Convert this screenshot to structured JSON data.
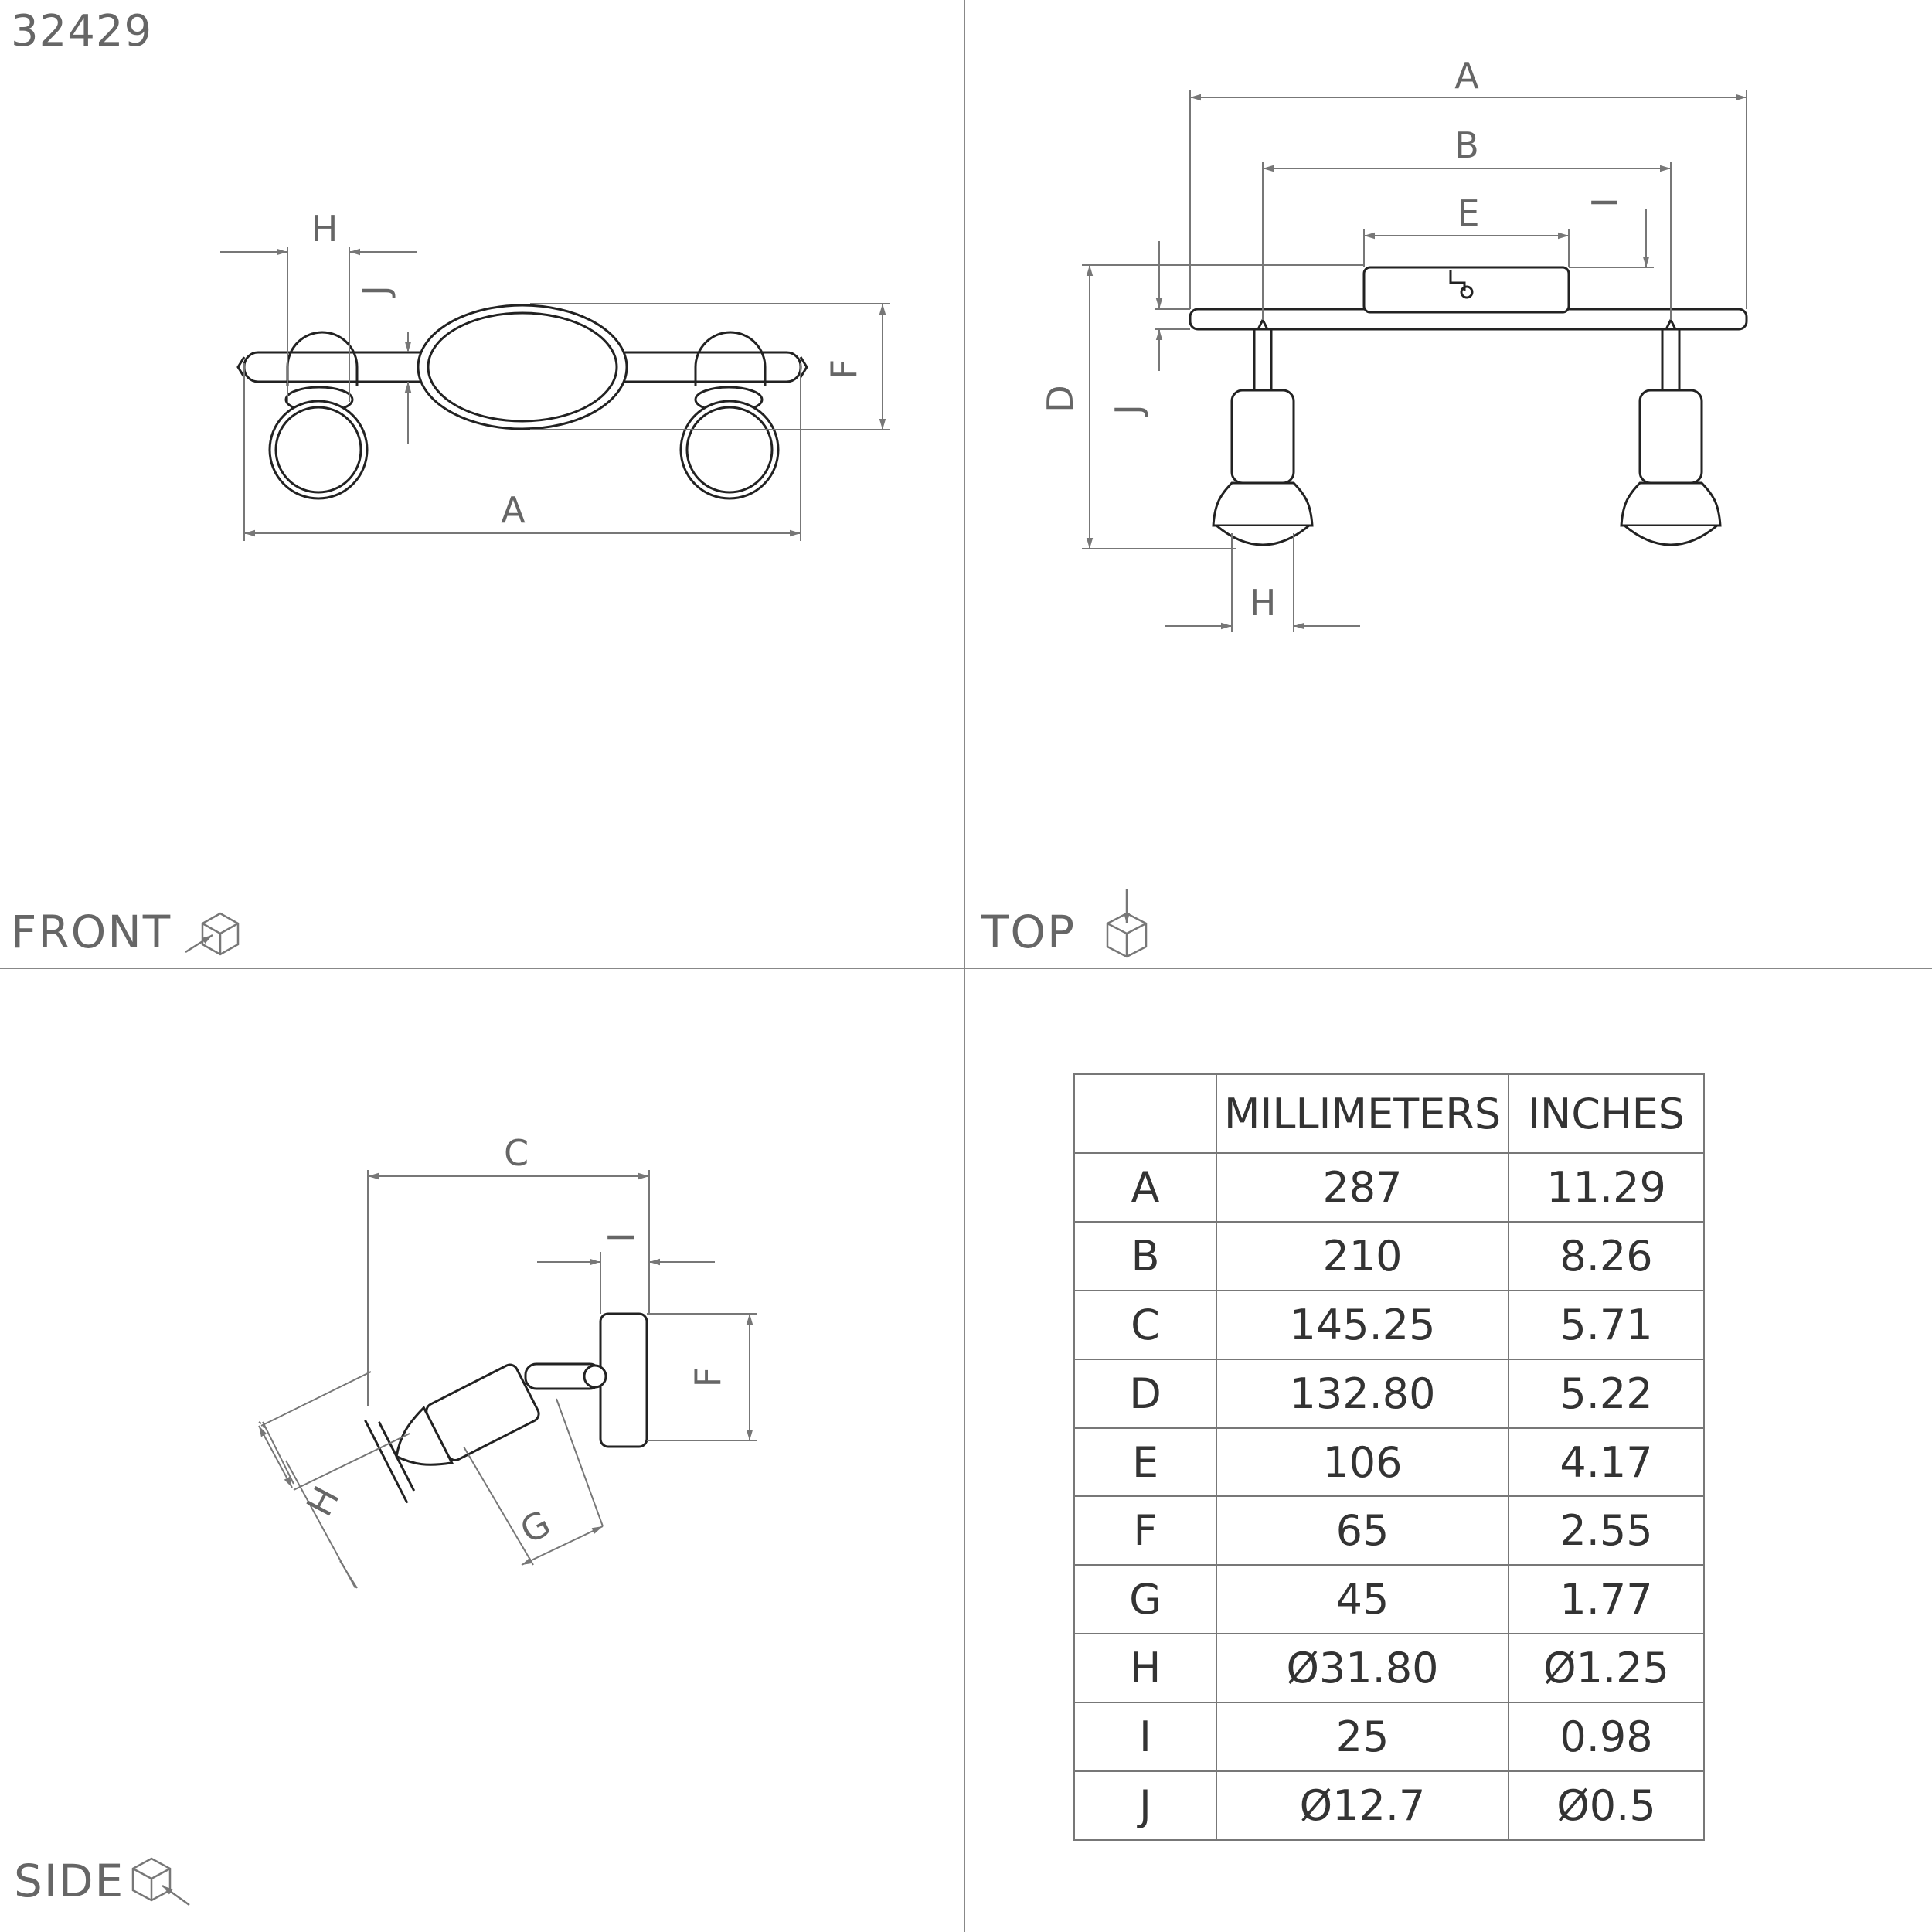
{
  "model_number": "32429",
  "views": {
    "front": "FRONT",
    "top": "TOP",
    "side": "SIDE"
  },
  "dimension_letters": {
    "front": [
      "H",
      "J",
      "F",
      "A"
    ],
    "top": [
      "A",
      "B",
      "E",
      "I",
      "D",
      "J",
      "H"
    ],
    "side": [
      "C",
      "I",
      "F",
      "H",
      "G"
    ]
  },
  "table": {
    "headers": [
      "",
      "MILLIMETERS",
      "INCHES"
    ],
    "rows": [
      {
        "label": "A",
        "mm": "287",
        "in": "11.29"
      },
      {
        "label": "B",
        "mm": "210",
        "in": "8.26"
      },
      {
        "label": "C",
        "mm": "145.25",
        "in": "5.71"
      },
      {
        "label": "D",
        "mm": "132.80",
        "in": "5.22"
      },
      {
        "label": "E",
        "mm": "106",
        "in": "4.17"
      },
      {
        "label": "F",
        "mm": "65",
        "in": "2.55"
      },
      {
        "label": "G",
        "mm": "45",
        "in": "1.77"
      },
      {
        "label": "H",
        "mm": "Ø31.80",
        "in": "Ø1.25"
      },
      {
        "label": "I",
        "mm": "25",
        "in": "0.98"
      },
      {
        "label": "J",
        "mm": "Ø12.7",
        "in": "Ø0.5"
      }
    ]
  }
}
